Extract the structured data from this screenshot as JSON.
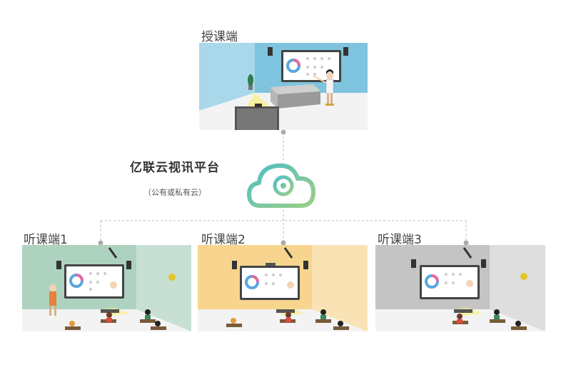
{
  "teaching": {
    "label": "授课端",
    "wall_color": "#9fd3e6",
    "screen_color": "#7fc4de"
  },
  "platform": {
    "title": "亿联云视讯平台",
    "subtitle": "（公有或私有云）",
    "cloud_color_start": "#5bc2c6",
    "cloud_color_end": "#9bcd8a"
  },
  "classrooms": [
    {
      "label": "听课端1",
      "wall_color": "#aed2c0",
      "side_color": "#c8e0d4"
    },
    {
      "label": "听课端2",
      "wall_color": "#f7d58e",
      "side_color": "#f9e3b5"
    },
    {
      "label": "听课端3",
      "wall_color": "#c4c4c4",
      "side_color": "#dedede"
    }
  ],
  "connector_color": "#bbbbbb"
}
